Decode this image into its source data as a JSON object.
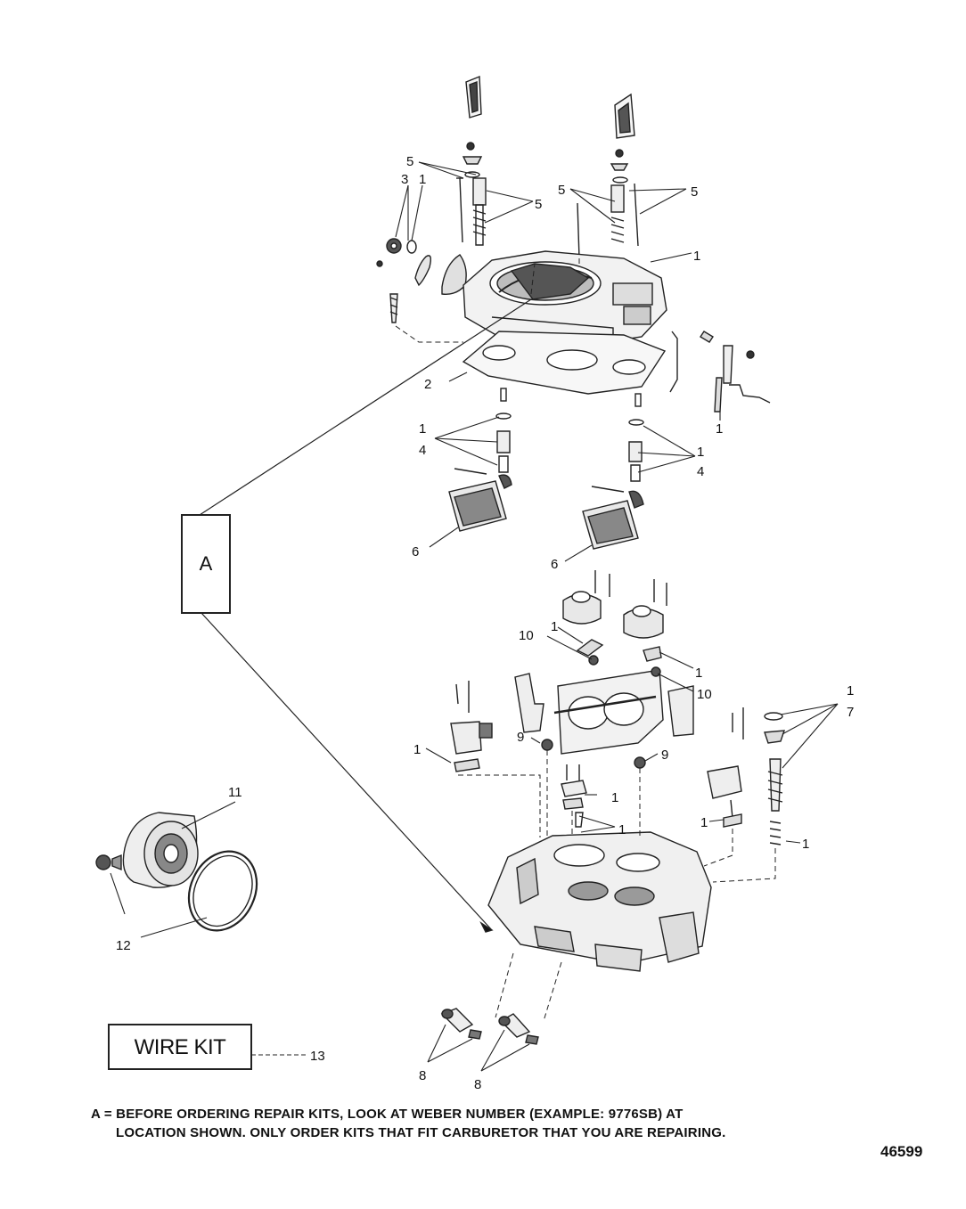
{
  "callouts": {
    "c5a": "5",
    "c5b": "5",
    "c5c": "5",
    "c5d": "5",
    "c3": "3",
    "c1a": "1",
    "c1b": "1",
    "c2": "2",
    "c1c": "1",
    "c1d": "1",
    "c4a": "4",
    "c1e": "1",
    "c4b": "4",
    "c6a": "6",
    "c6b": "6",
    "c10a": "10",
    "c1f": "1",
    "c1g": "1",
    "c10b": "10",
    "c1h": "1",
    "c7": "7",
    "c9a": "9",
    "c9b": "9",
    "c1i": "1",
    "c1j": "1",
    "c1k": "1",
    "c1l": "1",
    "c1m": "1",
    "c11": "11",
    "c12": "12",
    "c13": "13",
    "c8a": "8",
    "c8b": "8"
  },
  "box_a": {
    "label": "A"
  },
  "wire_kit": {
    "label": "WIRE KIT"
  },
  "note": {
    "line1": "A = BEFORE ORDERING REPAIR KITS, LOOK AT WEBER NUMBER (EXAMPLE: 9776SB) AT",
    "line2": "LOCATION SHOWN.  ONLY ORDER KITS THAT FIT CARBURETOR THAT YOU ARE REPAIRING."
  },
  "figure_number": "46599"
}
